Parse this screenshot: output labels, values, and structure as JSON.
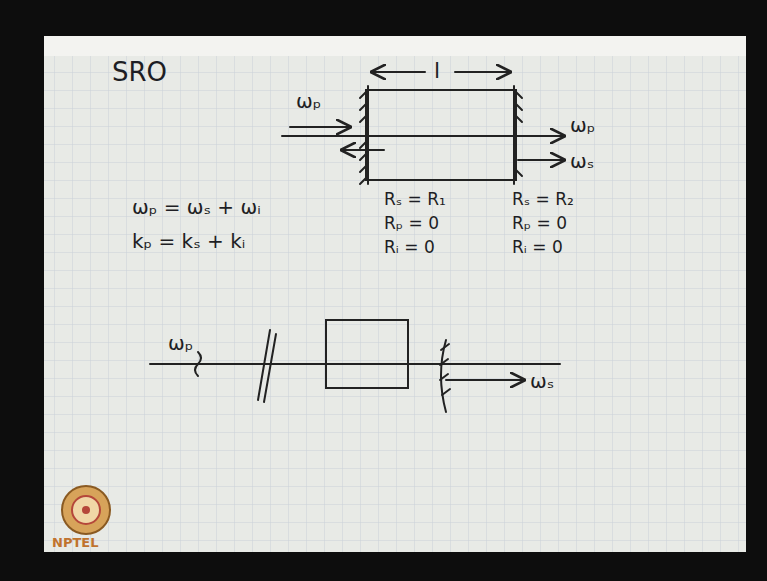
{
  "diagram": {
    "labels": [
      "SRO",
      "ωₚ",
      "ωₚ",
      "ωₛ",
      "l",
      "ωₚ = ωₛ + ωᵢ",
      "kₚ = kₛ + kᵢ",
      "Rₛ = R₁",
      "Rₚ = 0",
      "Rᵢ = 0",
      "Rₛ = R₂",
      "Rₚ = 0",
      "Rᵢ = 0",
      "ωₚ",
      "ωₛ",
      "NPTEL"
    ]
  }
}
